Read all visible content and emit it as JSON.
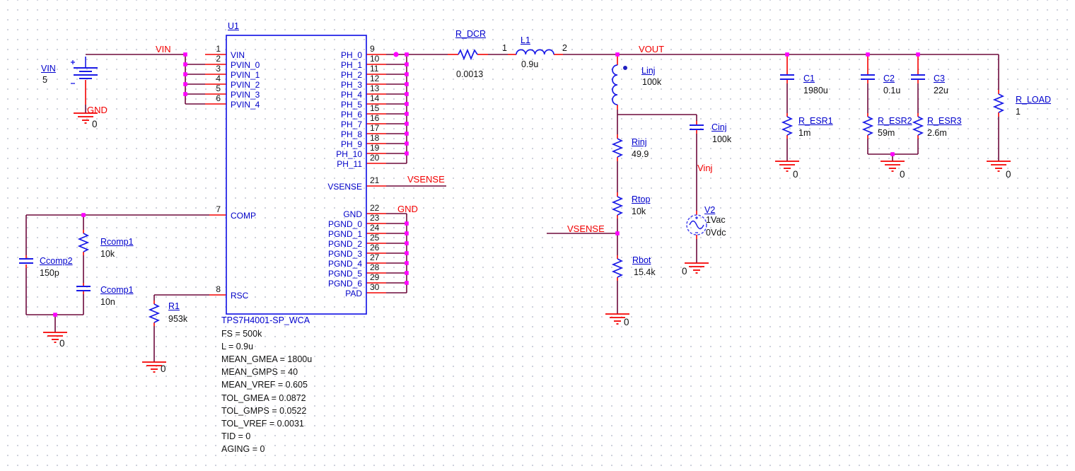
{
  "colors": {
    "wire": "#6E0A3C",
    "pin_red": "#F40000",
    "part_blue": "#1a1ae6",
    "text_blue": "#0000CD",
    "net_red": "#F40000",
    "junction": "#FF00FF",
    "ground_red": "#F40000"
  },
  "ground_zero": "0",
  "source_vin": {
    "ref": "VIN",
    "value": "5"
  },
  "net_labels": {
    "vin": "VIN",
    "gnd_src": "GND",
    "vout": "VOUT",
    "vsense_pin": "VSENSE",
    "gnd_pin": "GND",
    "vsense_div": "VSENSE",
    "vinj": "Vinj"
  },
  "u1": {
    "ref": "U1",
    "model": "TPS7H4001-SP_WCA",
    "left_pins": [
      {
        "num": "1",
        "name": "VIN"
      },
      {
        "num": "2",
        "name": "PVIN_0"
      },
      {
        "num": "3",
        "name": "PVIN_1"
      },
      {
        "num": "4",
        "name": "PVIN_2"
      },
      {
        "num": "5",
        "name": "PVIN_3"
      },
      {
        "num": "6",
        "name": "PVIN_4"
      },
      {
        "num": "7",
        "name": "COMP"
      },
      {
        "num": "8",
        "name": "RSC"
      }
    ],
    "right_top_pins": [
      {
        "num": "9",
        "name": "PH_0"
      },
      {
        "num": "10",
        "name": "PH_1"
      },
      {
        "num": "11",
        "name": "PH_2"
      },
      {
        "num": "12",
        "name": "PH_3"
      },
      {
        "num": "13",
        "name": "PH_4"
      },
      {
        "num": "14",
        "name": "PH_5"
      },
      {
        "num": "15",
        "name": "PH_6"
      },
      {
        "num": "16",
        "name": "PH_7"
      },
      {
        "num": "17",
        "name": "PH_8"
      },
      {
        "num": "18",
        "name": "PH_9"
      },
      {
        "num": "19",
        "name": "PH_10"
      },
      {
        "num": "20",
        "name": "PH_11"
      }
    ],
    "vsense_pin": {
      "num": "21",
      "name": "VSENSE"
    },
    "right_bottom_pins": [
      {
        "num": "22",
        "name": "GND"
      },
      {
        "num": "23",
        "name": "PGND_0"
      },
      {
        "num": "24",
        "name": "PGND_1"
      },
      {
        "num": "25",
        "name": "PGND_2"
      },
      {
        "num": "26",
        "name": "PGND_3"
      },
      {
        "num": "27",
        "name": "PGND_4"
      },
      {
        "num": "28",
        "name": "PGND_5"
      },
      {
        "num": "29",
        "name": "PGND_6"
      },
      {
        "num": "30",
        "name": "PAD"
      }
    ],
    "params": [
      "FS = 500k",
      "L = 0.9u",
      "MEAN_GMEA = 1800u",
      "MEAN_GMPS = 40",
      "MEAN_VREF = 0.605",
      "TOL_GMEA = 0.0872",
      "TOL_GMPS = 0.0522",
      "TOL_VREF = 0.0031",
      "TID = 0",
      "AGING = 0"
    ]
  },
  "components": {
    "r_dcr": {
      "ref": "R_DCR",
      "value": "0.0013"
    },
    "l1": {
      "ref": "L1",
      "value": "0.9u",
      "pin1": "1",
      "pin2": "2"
    },
    "linj": {
      "ref": "Linj",
      "value": "100k"
    },
    "rinj": {
      "ref": "Rinj",
      "value": "49.9"
    },
    "rtop": {
      "ref": "Rtop",
      "value": "10k"
    },
    "rbot": {
      "ref": "Rbot",
      "value": "15.4k"
    },
    "cinj": {
      "ref": "Cinj",
      "value": "100k"
    },
    "v2": {
      "ref": "V2",
      "value1": "1Vac",
      "value2": "0Vdc"
    },
    "c1": {
      "ref": "C1",
      "value": "1980u"
    },
    "r_esr1": {
      "ref": "R_ESR1",
      "value": "1m"
    },
    "c2": {
      "ref": "C2",
      "value": "0.1u"
    },
    "r_esr2": {
      "ref": "R_ESR2",
      "value": "59m"
    },
    "c3": {
      "ref": "C3",
      "value": "22u"
    },
    "r_esr3": {
      "ref": "R_ESR3",
      "value": "2.6m"
    },
    "r_load": {
      "ref": "R_LOAD",
      "value": "1"
    },
    "rcomp1": {
      "ref": "Rcomp1",
      "value": "10k"
    },
    "ccomp1": {
      "ref": "Ccomp1",
      "value": "10n"
    },
    "ccomp2": {
      "ref": "Ccomp2",
      "value": "150p"
    },
    "r1": {
      "ref": "R1",
      "value": "953k"
    }
  }
}
